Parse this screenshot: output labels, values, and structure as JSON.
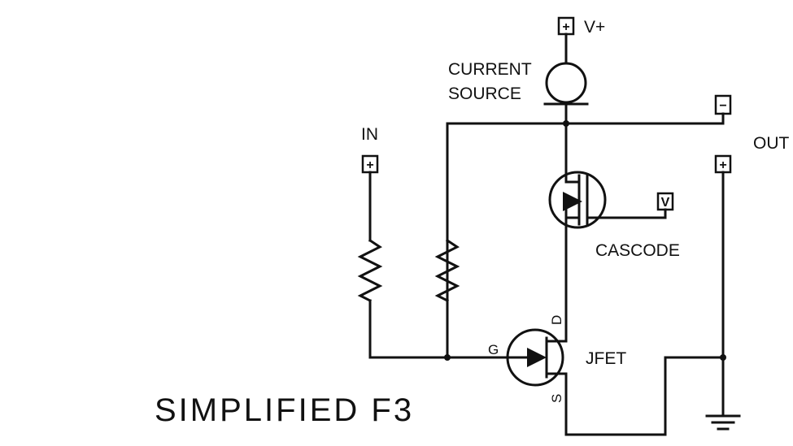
{
  "title": "SIMPLIFIED F3",
  "labels": {
    "vplus": "V+",
    "current_source_line1": "CURRENT",
    "current_source_line2": "SOURCE",
    "in": "IN",
    "out": "OUT",
    "cascode": "CASCODE",
    "jfet": "JFET"
  },
  "pins": {
    "gate": "G",
    "drain": "D",
    "source": "S"
  },
  "terminals": {
    "vplus": "+",
    "minus": "−",
    "in": "+",
    "out": "+",
    "cascode_v": "V"
  },
  "icons": {
    "resistor_1": "resistor-icon",
    "resistor_2": "resistor-icon",
    "current_source": "current-source-icon",
    "cascode_mosfet": "mosfet-icon",
    "jfet": "jfet-icon",
    "ground": "ground-icon"
  }
}
